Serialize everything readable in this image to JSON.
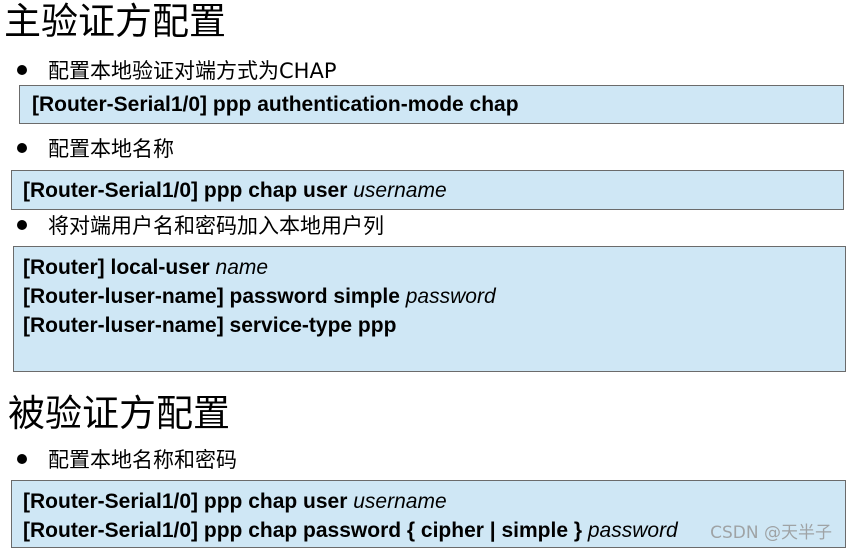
{
  "section1": {
    "title": "主验证方配置",
    "bullet1": "配置本地验证对端方式为CHAP",
    "cmd1": "[Router-Serial1/0] ppp authentication-mode chap",
    "bullet2": "配置本地名称",
    "cmd2_prefix": "[Router-Serial1/0] ppp chap user ",
    "cmd2_arg": "username",
    "bullet3": "将对端用户名和密码加入本地用户列",
    "cmd3": [
      {
        "prefix": "[Router] local-user ",
        "arg": "name"
      },
      {
        "prefix": "[Router-luser-name] password simple ",
        "arg": "password"
      },
      {
        "prefix": "[Router-luser-name] service-type ppp",
        "arg": ""
      }
    ]
  },
  "section2": {
    "title": "被验证方配置",
    "bullet1": "配置本地名称和密码",
    "cmd1_prefix": "[Router-Serial1/0] ppp chap user ",
    "cmd1_arg": "username",
    "cmd2_prefix": "[Router-Serial1/0] ppp chap password { cipher | simple } ",
    "cmd2_arg": "password"
  },
  "watermark": "CSDN @天半子"
}
